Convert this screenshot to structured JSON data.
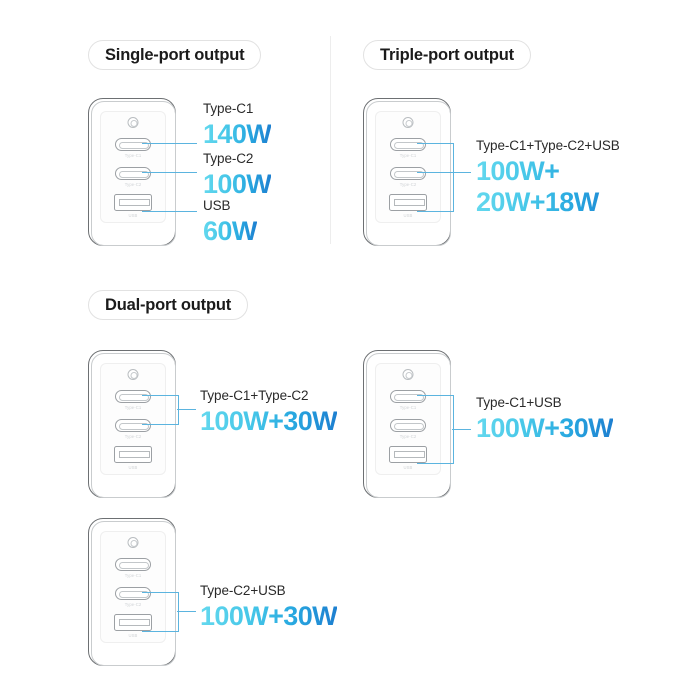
{
  "theme": {
    "background": "#ffffff",
    "badge_border": "#e2e2e2",
    "badge_text": "#1b1b1b",
    "device_outline": "#6d7073",
    "connector_blue": "#5bb4df",
    "watt_gradient_start": "#63d8ee",
    "watt_gradient_end": "#1d7fd0",
    "port_label_gray": "#cfd2d5",
    "divider": "#ededed"
  },
  "device_ports": {
    "c1": "Type-C1",
    "c2": "Type-C2",
    "usb": "USB"
  },
  "sections": [
    {
      "id": "single-port",
      "badge": "Single-port output",
      "entries": [
        {
          "name": "Type-C1",
          "watt": "140W"
        },
        {
          "name": "Type-C2",
          "watt": "100W"
        },
        {
          "name": "USB",
          "watt": "60W"
        }
      ]
    },
    {
      "id": "triple-port",
      "badge": "Triple-port output",
      "entries": [
        {
          "name": "Type-C1+Type-C2+USB",
          "watt_line1": "100W+",
          "watt_line2": "20W+18W"
        }
      ]
    },
    {
      "id": "dual-port",
      "badge": "Dual-port output",
      "entries": [
        {
          "name": "Type-C1+Type-C2",
          "watt": "100W+30W"
        },
        {
          "name": "Type-C1+USB",
          "watt": "100W+30W"
        },
        {
          "name": "Type-C2+USB",
          "watt": "100W+30W"
        }
      ]
    }
  ]
}
